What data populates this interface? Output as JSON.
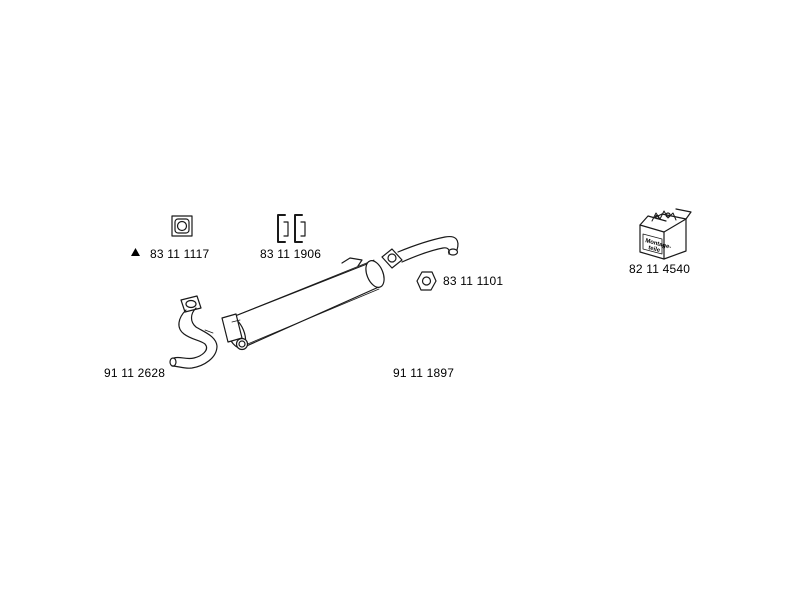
{
  "parts": [
    {
      "id": "gasket_square",
      "number": "83 11 1117",
      "marker": "warning-triangle"
    },
    {
      "id": "clamps",
      "number": "83 11 1906"
    },
    {
      "id": "gasket_triangle",
      "number": "83 11 1101"
    },
    {
      "id": "mounting_kit",
      "number": "82 11 4540",
      "box_text_line1": "Montage-",
      "box_text_line2": "teile"
    },
    {
      "id": "front_pipe",
      "number": "91 11 2628"
    },
    {
      "id": "muffler",
      "number": "91 11 1897"
    }
  ],
  "colors": {
    "line": "#1a1a1a",
    "part_fill": "#ffffff",
    "shade": "#e6e6e6"
  }
}
